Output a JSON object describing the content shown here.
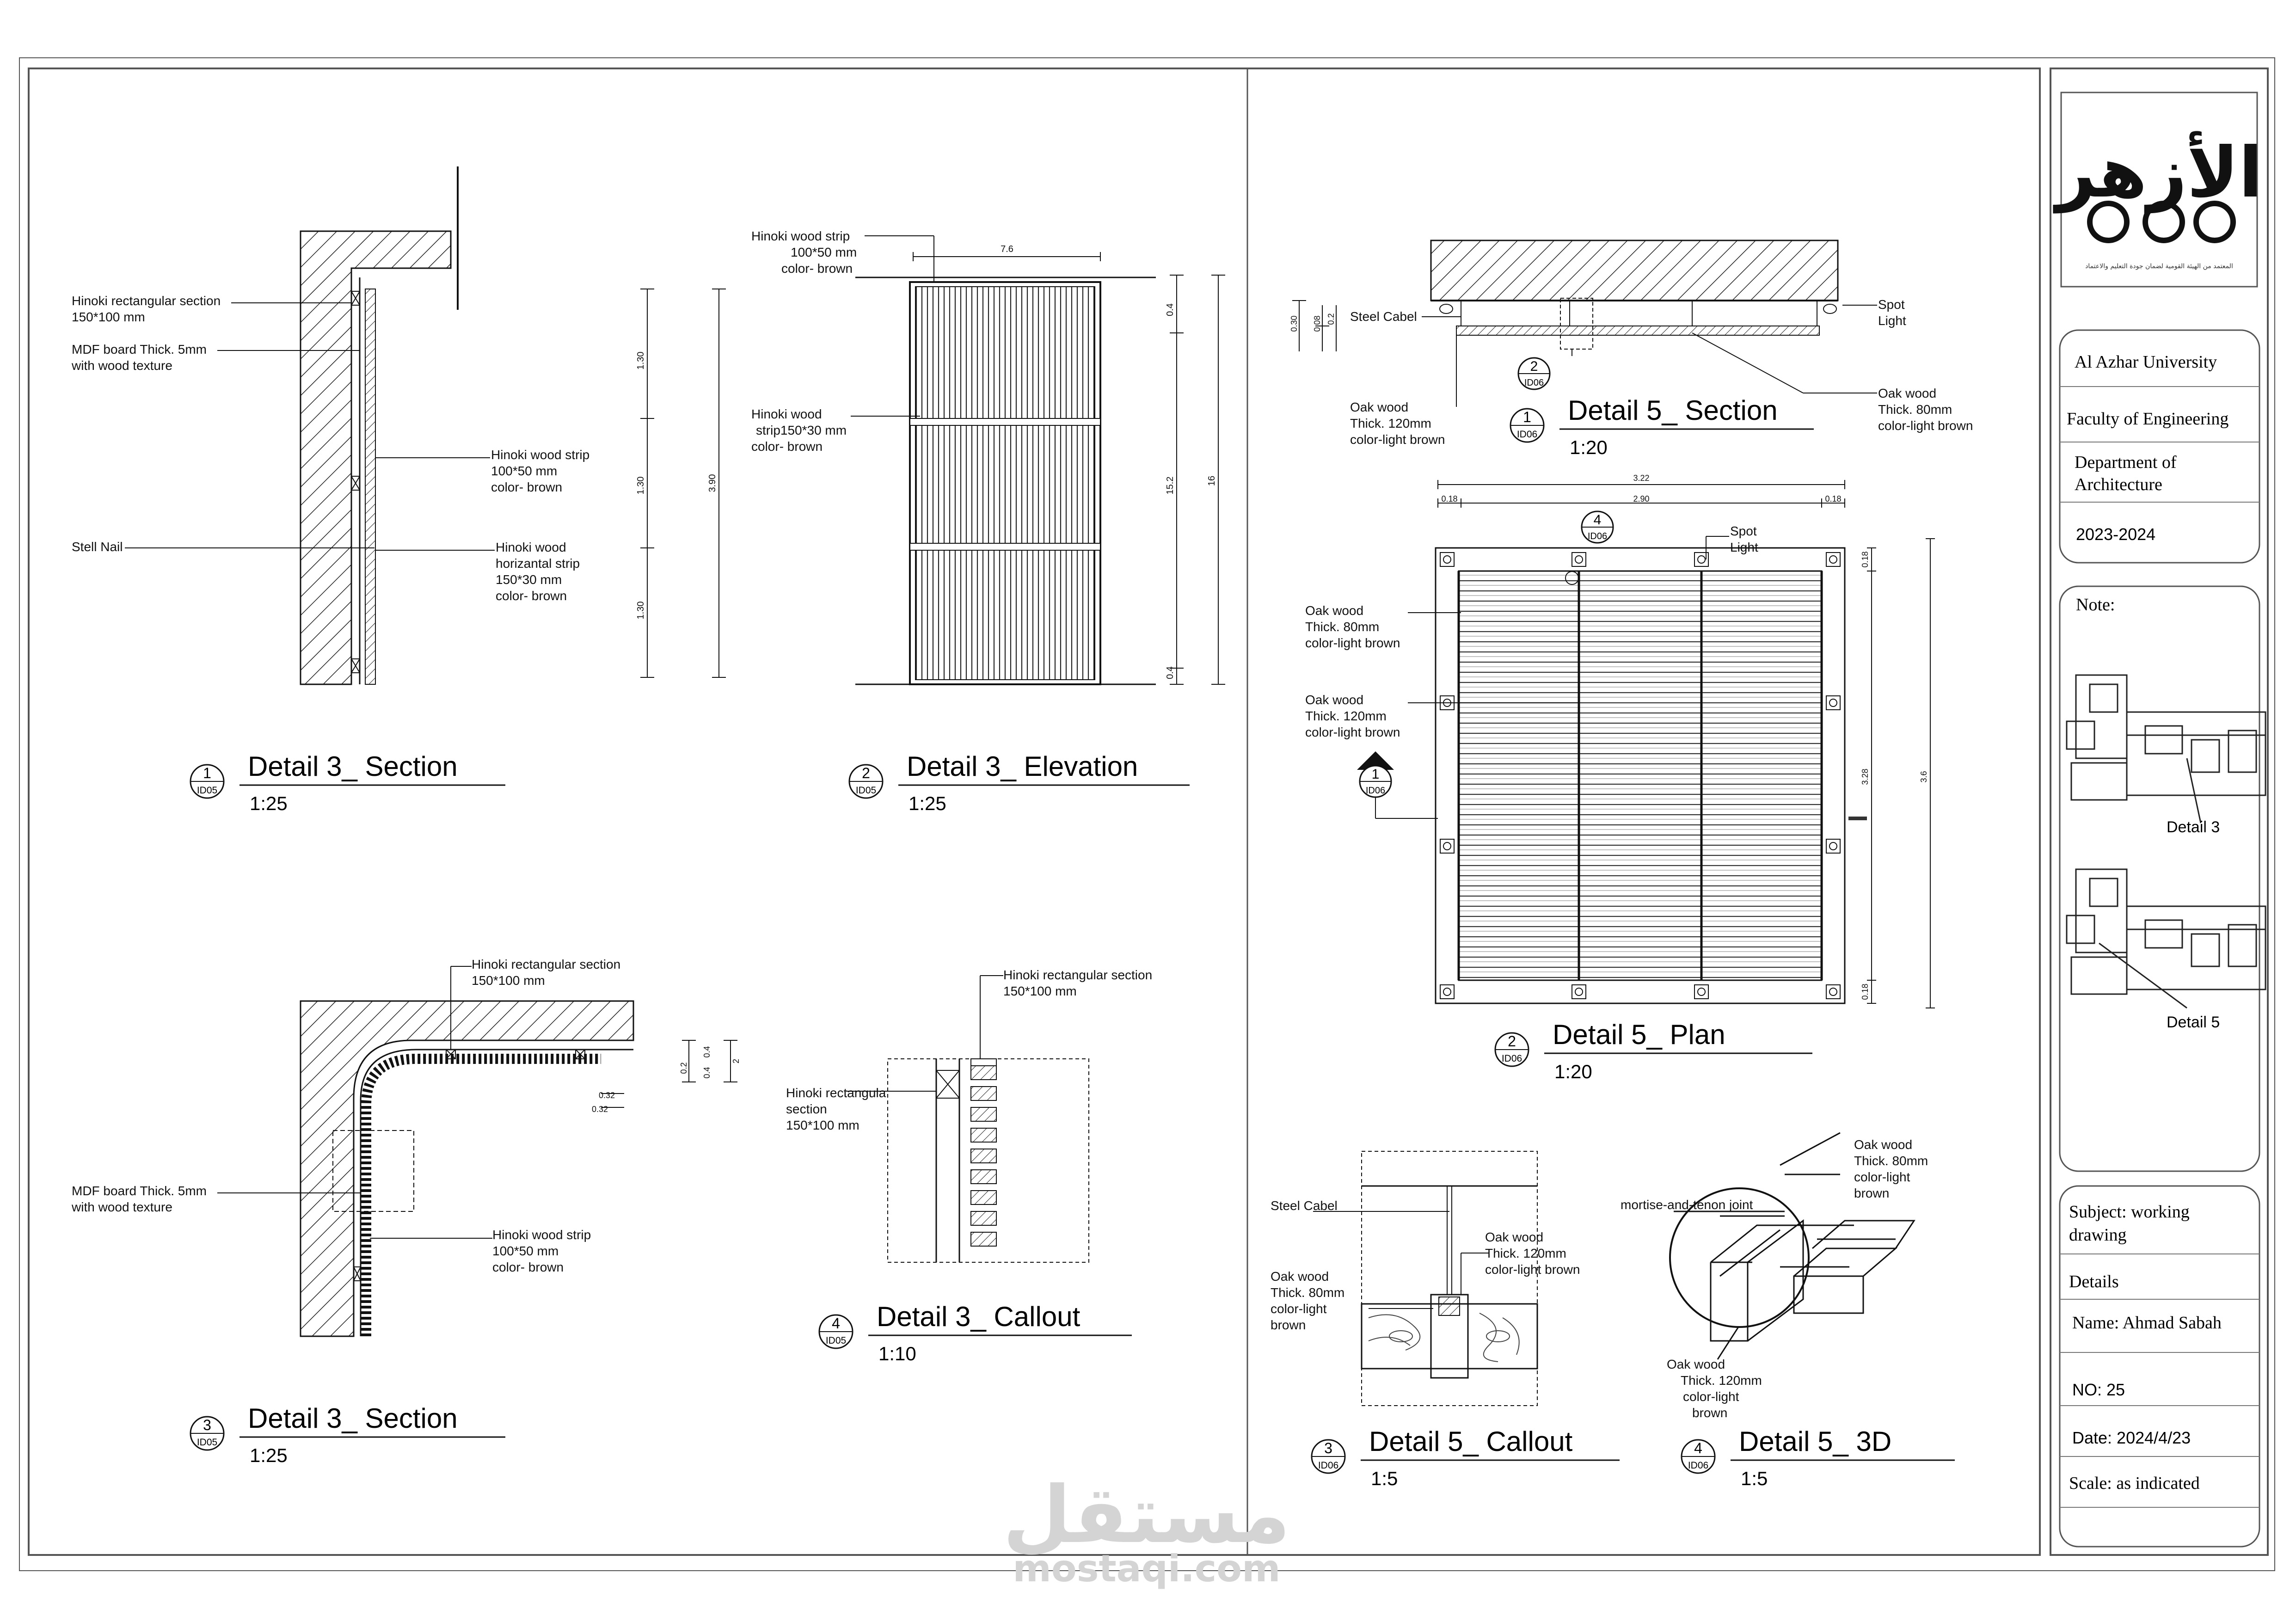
{
  "colors": {
    "ink": "#111111",
    "hatch": "#222222",
    "frame": "#555555",
    "watermark": "#d4d4d4"
  },
  "title_block": {
    "university": "Al Azhar University",
    "faculty": "Faculty of Engineering",
    "department_line1": "Department of",
    "department_line2": "Architecture",
    "year": "2023-2024",
    "note_label": "Note:",
    "key_plan_1_label": "Detail 3",
    "key_plan_2_label": "Detail 5",
    "subject_line1": "Subject: working",
    "subject_line2": "drawing",
    "details": "Details",
    "name": "Name: Ahmad Sabah",
    "number": "NO: 25",
    "date": "Date: 2024/4/23",
    "scale": "Scale: as indicated",
    "logo_mark": "الأزهر",
    "logo_caption": "المعتمد من الهيئة القومية لضمان جودة التعليم والاعتماد"
  },
  "watermark": {
    "arabic": "مستقل",
    "latin": "mostaqi.com"
  },
  "details": [
    {
      "number": "1",
      "sheet": "ID05",
      "title": "Detail 3_ Section",
      "scale": "1:25"
    },
    {
      "number": "2",
      "sheet": "ID05",
      "title": "Detail 3_ Elevation",
      "scale": "1:25"
    },
    {
      "number": "3",
      "sheet": "ID05",
      "title": "Detail 3_ Section",
      "scale": "1:25"
    },
    {
      "number": "4",
      "sheet": "ID05",
      "title": "Detail 3_ Callout",
      "scale": "1:10"
    },
    {
      "number": "1",
      "sheet": "ID06",
      "title": "Detail 5_ Section",
      "scale": "1:20"
    },
    {
      "number": "2",
      "sheet": "ID06",
      "title": "Detail 5_ Plan",
      "scale": "1:20"
    },
    {
      "number": "3",
      "sheet": "ID06",
      "title": "Detail 5_ Callout",
      "scale": "1:5"
    },
    {
      "number": "4",
      "sheet": "ID06",
      "title": "Detail 5_ 3D",
      "scale": "1:5"
    }
  ],
  "markers": {
    "plan_section_number": "1",
    "plan_section_sheet": "ID06",
    "section_callout_number": "2",
    "section_callout_sheet": "ID06",
    "plan_callout_number": "4",
    "plan_callout_sheet": "ID06"
  },
  "annotations": {
    "d3s1_hinoki_rect_1": "Hinoki rectangular section",
    "d3s1_hinoki_rect_2": "150*100 mm",
    "d3s1_mdf_1": "MDF board Thick. 5mm",
    "d3s1_mdf_2": "with wood texture",
    "d3s1_strip_1": "Hinoki wood strip",
    "d3s1_strip_2": "100*50 mm",
    "d3s1_strip_3": "color- brown",
    "d3s1_nail": "Stell Nail",
    "d3s1_hstrip_1": "Hinoki wood",
    "d3s1_hstrip_2": "horizantal strip",
    "d3s1_hstrip_3": "150*30 mm",
    "d3s1_hstrip_4": "color- brown",
    "d3e_strip_1": "Hinoki wood strip",
    "d3e_strip_2": "100*50 mm",
    "d3e_strip_3": "color- brown",
    "d3e_wood_1": "Hinoki wood",
    "d3e_wood_2": "strip150*30 mm",
    "d3e_wood_3": "color- brown",
    "d3s3_rect_1": "Hinoki rectangular section",
    "d3s3_rect_2": "150*100 mm",
    "d3s3_mdf_1": "MDF board Thick. 5mm",
    "d3s3_mdf_2": "with wood texture",
    "d3s3_strip_1": "Hinoki wood strip",
    "d3s3_strip_2": "100*50 mm",
    "d3s3_strip_3": "color- brown",
    "d3c_rect_top_1": "Hinoki rectangular section",
    "d3c_rect_top_2": "150*100 mm",
    "d3c_rect_left_1": "Hinoki rectangula",
    "d3c_rect_left_2": "section",
    "d3c_rect_left_3": "150*100 mm",
    "d5s_steel": "Steel Cabel",
    "d5s_spot_1": "Spot",
    "d5s_spot_2": "Light",
    "d5s_oak120_1": "Oak wood",
    "d5s_oak120_2": "Thick. 120mm",
    "d5s_oak120_3": "color-light brown",
    "d5s_oak80_1": "Oak wood",
    "d5s_oak80_2": "Thick. 80mm",
    "d5s_oak80_3": "color-light brown",
    "d5p_spot_1": "Spot",
    "d5p_spot_2": "Light",
    "d5p_oak80_1": "Oak wood",
    "d5p_oak80_2": "Thick. 80mm",
    "d5p_oak80_3": "color-light brown",
    "d5p_oak120_1": "Oak wood",
    "d5p_oak120_2": "Thick. 120mm",
    "d5p_oak120_3": "color-light brown",
    "d5c_steel": "Steel Cabel",
    "d5c_oak120_1": "Oak wood",
    "d5c_oak120_2": "Thick. 120mm",
    "d5c_oak120_3": "color-light brown",
    "d5c_oak80_1": "Oak wood",
    "d5c_oak80_2": "Thick. 80mm",
    "d5c_oak80_3": "color-light",
    "d5c_oak80_4": "brown",
    "d5t_oak80_1": "Oak wood",
    "d5t_oak80_2": "Thick. 80mm",
    "d5t_oak80_3": "color-light",
    "d5t_oak80_4": "brown",
    "d5t_joint": "mortise-and-tenon joint",
    "d5t_oak120_1": "Oak wood",
    "d5t_oak120_2": "Thick. 120mm",
    "d5t_oak120_3": "color-light",
    "d5t_oak120_4": "brown"
  },
  "dimensions": {
    "d3s1_h1": "1.30",
    "d3s1_h2": "1.30",
    "d3s1_h3": "1.30",
    "d3s1_total": "3.90",
    "d3e_width": "7.6",
    "d3e_top": "0.4",
    "d3e_mid": "15.2",
    "d3e_bottom": "0.4",
    "d3e_total": "16",
    "d3s3_a": "0.2",
    "d3s3_b": "0.4",
    "d3s3_c": "0.4",
    "d3s3_d": "2",
    "d3s3_e": "0.32",
    "d3s3_f": "0.32",
    "d5s_a": "0.30",
    "d5s_b": "0.08",
    "d5s_c": "0.2",
    "d5p_total_w": "3.22",
    "d5p_left": "0.18",
    "d5p_mid": "2.90",
    "d5p_right": "0.18",
    "d5p_top": "0.18",
    "d5p_span": "3.28",
    "d5p_bottom": "0.18",
    "d5p_total_h": "3.6"
  }
}
